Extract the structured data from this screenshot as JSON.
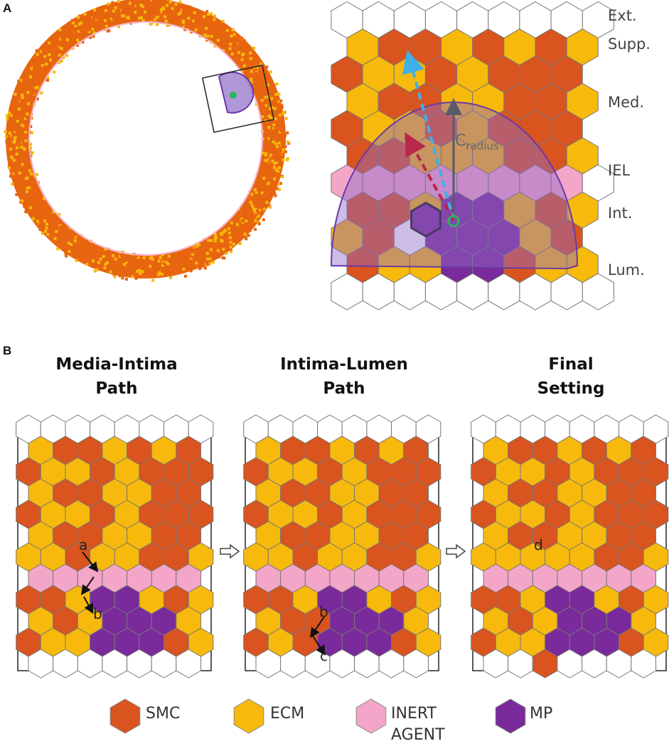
{
  "panel_a": {
    "letter": "A",
    "radius_label": "C",
    "radius_subscript": "radius",
    "layer_labels": [
      "Ext.",
      "Supp.",
      "Med.",
      "IEL",
      "Int.",
      "Lum."
    ]
  },
  "panel_b": {
    "letter": "B",
    "titles": [
      {
        "line1": "Media-Intima",
        "line2": "Path"
      },
      {
        "line1": "Intima-Lumen",
        "line2": "Path"
      },
      {
        "line1": "Final",
        "line2": "Setting"
      }
    ],
    "step_labels": {
      "a": "a",
      "b": "b",
      "c": "c",
      "d": "d"
    }
  },
  "legend": [
    {
      "label": "SMC",
      "color": "#d9541e"
    },
    {
      "label": "ECM",
      "color": "#f7b90c"
    },
    {
      "label": "INERT",
      "label2": "AGENT",
      "color": "#f4a6c8"
    },
    {
      "label": "MP",
      "color": "#7a2a9a"
    }
  ],
  "colors": {
    "smc": "#d9541e",
    "ecm": "#f7b90c",
    "inert": "#f4a6c8",
    "mp": "#7a2a9a",
    "empty": "#ffffff",
    "vessel_ring": "#e8650f",
    "iel_line": "#f5b8d8",
    "sensing_region": "#8e6bc8",
    "radius_arrow": "#5a5a6a",
    "blue_arrow": "#3fb0e8",
    "red_arrow": "#b8284a",
    "center_dot": "#2bb55a"
  }
}
